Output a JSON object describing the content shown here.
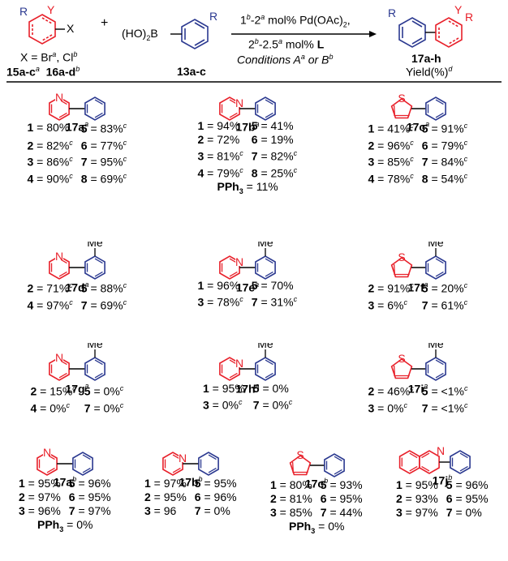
{
  "header": {
    "reactant1": {
      "r": "R",
      "y": "Y",
      "x": "X",
      "note_x": "X = Br",
      "note_x_sup_a": "a",
      "note_x_cl": ", Cl",
      "note_x_sup_b": "b",
      "label1": "15a-c",
      "label1_sup": "a",
      "label2": "16a-d",
      "label2_sup": "b"
    },
    "plus": "+",
    "reactant2": {
      "ho": "(HO)",
      "ho_sub": "2",
      "b": "B",
      "r": "R",
      "label": "13a-c"
    },
    "conditions": {
      "line1_pre": "1",
      "line1_sup1": "b",
      "line1_mid": "-2",
      "line1_sup2": "a",
      "line1_post": " mol% Pd(OAc)",
      "line1_sub": "2",
      "line1_end": ",",
      "line2_pre": "2",
      "line2_sup1": "b",
      "line2_mid": "-2.5",
      "line2_sup2": "a",
      "line2_post": " mol% ",
      "line2_L": "L",
      "line3_pre": "Conditions A",
      "line3_sup1": "a",
      "line3_mid": " or B",
      "line3_sup2": "b"
    },
    "product": {
      "r1": "R",
      "y": "Y",
      "r2": "R",
      "label": "17a-h",
      "yield": "Yield(%)",
      "yield_sup": "d"
    }
  },
  "colors": {
    "red": "#e8202a",
    "blue": "#2b3990",
    "black": "#000000"
  },
  "compounds": [
    {
      "id": "17a",
      "name": "17a",
      "sup": "a",
      "ring": "pyridine-3",
      "rows": [
        [
          "1",
          "80%",
          ""
        ],
        [
          "5",
          "83%",
          "c"
        ],
        [
          "2",
          "82%",
          "c"
        ],
        [
          "6",
          "77%",
          "c"
        ],
        [
          "3",
          "86%",
          "c"
        ],
        [
          "7",
          "95%",
          "c"
        ],
        [
          "4",
          "90%",
          "c"
        ],
        [
          "8",
          "69%",
          "c"
        ]
      ],
      "extra": ""
    },
    {
      "id": "17b",
      "name": "17b",
      "sup": "a",
      "ring": "pyridine-2",
      "rows": [
        [
          "1",
          "94%",
          ""
        ],
        [
          "5",
          "41%",
          ""
        ],
        [
          "2",
          "72%",
          ""
        ],
        [
          "6",
          "19%",
          ""
        ],
        [
          "3",
          "81%",
          "c"
        ],
        [
          "7",
          "82%",
          "c"
        ],
        [
          "4",
          "79%",
          "c"
        ],
        [
          "8",
          "25%",
          "c"
        ]
      ],
      "extra": "11%"
    },
    {
      "id": "17c",
      "name": "17c",
      "sup": "a",
      "ring": "thiophene",
      "rows": [
        [
          "1",
          "41%",
          "c"
        ],
        [
          "5",
          "91%",
          "c"
        ],
        [
          "2",
          "96%",
          "c"
        ],
        [
          "6",
          "79%",
          "c"
        ],
        [
          "3",
          "85%",
          "c"
        ],
        [
          "7",
          "84%",
          "c"
        ],
        [
          "4",
          "78%",
          "c"
        ],
        [
          "8",
          "54%",
          "c"
        ]
      ],
      "extra": ""
    },
    {
      "id": "17d",
      "name": "17d",
      "sup": "a",
      "ring": "pyridine-3",
      "me": "Me",
      "rows": [
        [
          "2",
          "71%",
          "c"
        ],
        [
          "5",
          "88%",
          "c"
        ],
        [
          "4",
          "97%",
          "c"
        ],
        [
          "7",
          "69%",
          "c"
        ]
      ],
      "extra": ""
    },
    {
      "id": "17e",
      "name": "17e",
      "sup": "a",
      "ring": "pyridine-2",
      "me": "Me",
      "rows": [
        [
          "1",
          "96%",
          ""
        ],
        [
          "5",
          "70%",
          ""
        ],
        [
          "3",
          "78%",
          "c"
        ],
        [
          "7",
          "31%",
          "c"
        ]
      ],
      "extra": ""
    },
    {
      "id": "17f",
      "name": "17f",
      "sup": "a",
      "ring": "thiophene",
      "me": "Me",
      "rows": [
        [
          "2",
          "91%",
          "c"
        ],
        [
          "5",
          "20%",
          "c"
        ],
        [
          "3",
          "6%",
          "c"
        ],
        [
          "7",
          "61%",
          "c"
        ]
      ],
      "extra": ""
    },
    {
      "id": "17g",
      "name": "17g",
      "sup": "a",
      "ring": "pyridine-3",
      "me": "Me",
      "rows": [
        [
          "2",
          "15%",
          "c"
        ],
        [
          "5",
          "0%",
          "c"
        ],
        [
          "4",
          "0%",
          "c"
        ],
        [
          "7",
          "0%",
          "c"
        ]
      ],
      "extra": ""
    },
    {
      "id": "17h",
      "name": "17h",
      "sup": "a",
      "ring": "pyridine-2",
      "me": "Me",
      "rows": [
        [
          "1",
          "95%",
          ""
        ],
        [
          "5",
          "0%",
          ""
        ],
        [
          "3",
          "0%",
          "c"
        ],
        [
          "7",
          "0%",
          "c"
        ]
      ],
      "extra": ""
    },
    {
      "id": "17i",
      "name": "17i",
      "sup": "a",
      "ring": "thiophene",
      "me": "Me",
      "rows": [
        [
          "2",
          "46%",
          "c"
        ],
        [
          "5",
          "<1%",
          "c"
        ],
        [
          "3",
          "0%",
          "c"
        ],
        [
          "7",
          "<1%",
          "c"
        ]
      ],
      "extra": ""
    },
    {
      "id": "17a_b",
      "name": "17a",
      "sup": "b",
      "ring": "pyridine-3",
      "rows": [
        [
          "1",
          "95%",
          ""
        ],
        [
          "5",
          "96%",
          ""
        ],
        [
          "2",
          "97%",
          ""
        ],
        [
          "6",
          "95%",
          ""
        ],
        [
          "3",
          "96%",
          ""
        ],
        [
          "7",
          "97%",
          ""
        ]
      ],
      "extra": "0%"
    },
    {
      "id": "17b_b",
      "name": "17b",
      "sup": "b",
      "ring": "pyridine-2",
      "rows": [
        [
          "1",
          "97%",
          ""
        ],
        [
          "5",
          "95%",
          ""
        ],
        [
          "2",
          "95%",
          ""
        ],
        [
          "6",
          "96%",
          ""
        ],
        [
          "3",
          "96",
          ""
        ],
        [
          "7",
          "0%",
          ""
        ]
      ],
      "extra": ""
    },
    {
      "id": "17c_b",
      "name": "17c",
      "sup": "b",
      "ring": "thiophene",
      "rows": [
        [
          "1",
          "80%",
          ""
        ],
        [
          "5",
          "93%",
          ""
        ],
        [
          "2",
          "81%",
          ""
        ],
        [
          "6",
          "95%",
          ""
        ],
        [
          "3",
          "85%",
          ""
        ],
        [
          "7",
          "44%",
          ""
        ]
      ],
      "extra": "0%"
    },
    {
      "id": "17j_b",
      "name": "17j",
      "sup": "b",
      "ring": "quinoline",
      "rows": [
        [
          "1",
          "95%",
          ""
        ],
        [
          "5",
          "96%",
          ""
        ],
        [
          "2",
          "93%",
          ""
        ],
        [
          "6",
          "95%",
          ""
        ],
        [
          "3",
          "97%",
          ""
        ],
        [
          "7",
          "0%",
          ""
        ]
      ],
      "extra": ""
    }
  ],
  "atoms": {
    "n": "N",
    "s": "S",
    "me": "Me"
  },
  "pph3": {
    "label": "PPh",
    "sub": "3",
    "eq": " = "
  }
}
